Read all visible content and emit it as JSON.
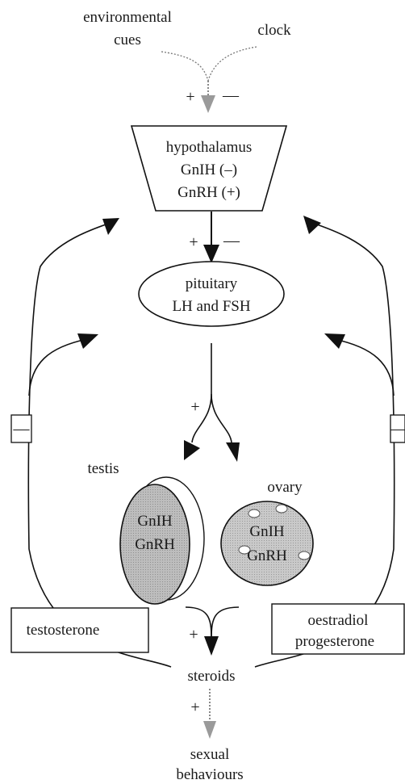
{
  "inputs": {
    "environmental_line1": "environmental",
    "environmental_line2": "cues",
    "clock": "clock"
  },
  "top_signs": {
    "plus": "+",
    "minus": "—"
  },
  "hypothalamus": {
    "title": "hypothalamus",
    "line2": "GnIH (–)",
    "line3": "GnRH (+)"
  },
  "hypo_pit_signs": {
    "plus": "+",
    "minus": "—"
  },
  "pituitary": {
    "line1": "pituitary",
    "line2": "LH and FSH"
  },
  "gonad_sign": {
    "plus": "+"
  },
  "testis": {
    "label": "testis",
    "gnih": "GnIH",
    "gnrh": "GnRH"
  },
  "ovary": {
    "label": "ovary",
    "gnih": "GnIH",
    "gnrh": "GnRH"
  },
  "left_box": {
    "label": "testosterone"
  },
  "right_box": {
    "line1": "oestradiol",
    "line2": "progesterone"
  },
  "feedback": {
    "left_sign": "—",
    "right_sign": "—"
  },
  "steroid_sign": {
    "plus": "+"
  },
  "steroids": {
    "label": "steroids"
  },
  "bottom_sign": {
    "plus": "+"
  },
  "output": {
    "line1": "sexual",
    "line2": "behaviours"
  }
}
